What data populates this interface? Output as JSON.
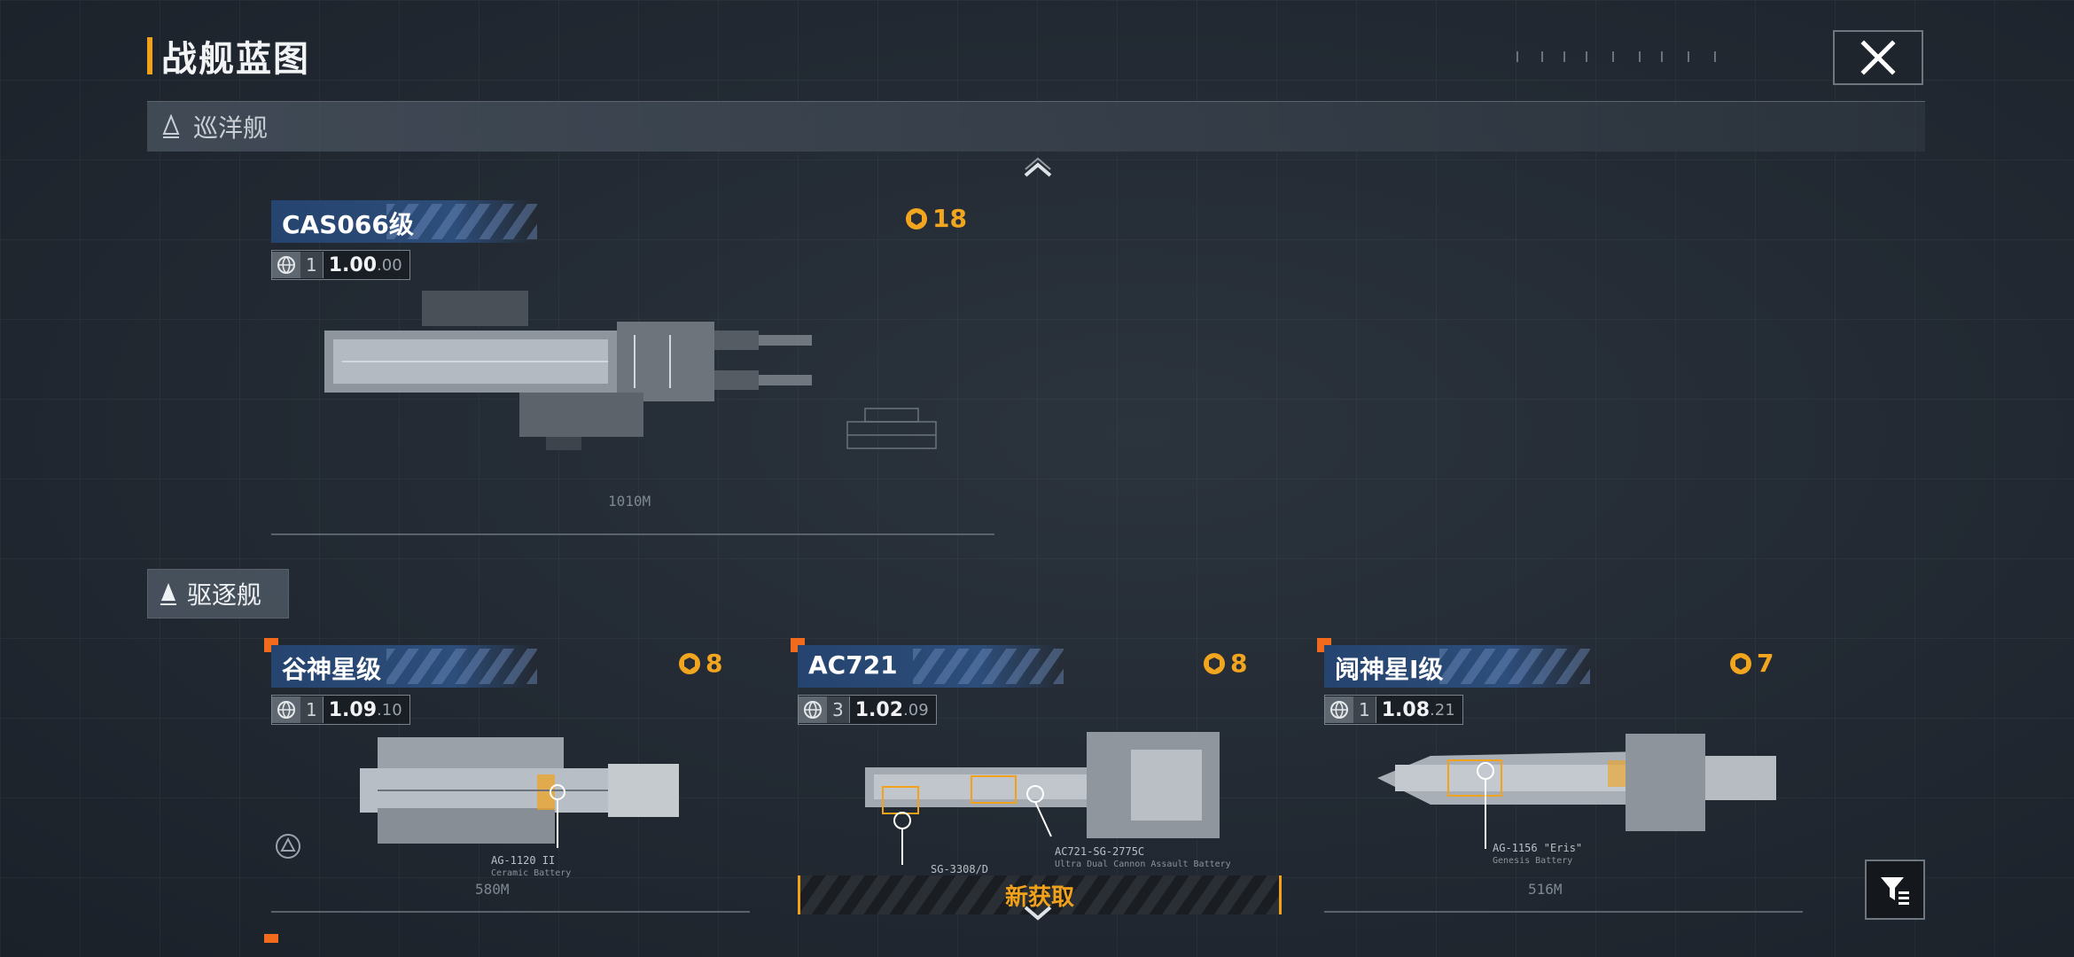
{
  "page": {
    "title": "战舰蓝图"
  },
  "categories": {
    "cruiser": {
      "label": "巡洋舰"
    },
    "destroyer": {
      "label": "驱逐舰"
    }
  },
  "cruisers": [
    {
      "name": "CAS066级",
      "count": "18",
      "level": "1",
      "value": "1.00",
      "sub": ".00",
      "length": "1010M"
    }
  ],
  "destroyers": [
    {
      "name": "谷神星级",
      "count": "8",
      "level": "1",
      "value": "1.09",
      "sub": ".10",
      "length": "580M",
      "weapon": "AG-1120 II",
      "weapon_sub": "Ceramic Battery",
      "is_new": true
    },
    {
      "name": "AC721",
      "count": "8",
      "level": "3",
      "value": "1.02",
      "sub": ".09",
      "length": "",
      "weapon": "AC721-SG-2775C",
      "weapon_sub": "Ultra Dual Cannon Assault Battery",
      "weapon2": "SG-3308/D",
      "is_new": true
    },
    {
      "name": "阋神星I级",
      "count": "7",
      "level": "1",
      "value": "1.08",
      "sub": ".21",
      "length": "516M",
      "weapon": "AG-1156 \"Eris\"",
      "weapon_sub": "Genesis Battery",
      "is_new": true
    }
  ],
  "new_banner": "新获取",
  "colors": {
    "accent": "#f2a21a",
    "header_blue": "#2d4d7a",
    "new_dot": "#f26b1d"
  },
  "icons": [
    "close-icon",
    "chevron-up-icon",
    "chevron-down-icon",
    "filter-icon",
    "ship-class-icon",
    "globe-icon",
    "medal-icon"
  ]
}
